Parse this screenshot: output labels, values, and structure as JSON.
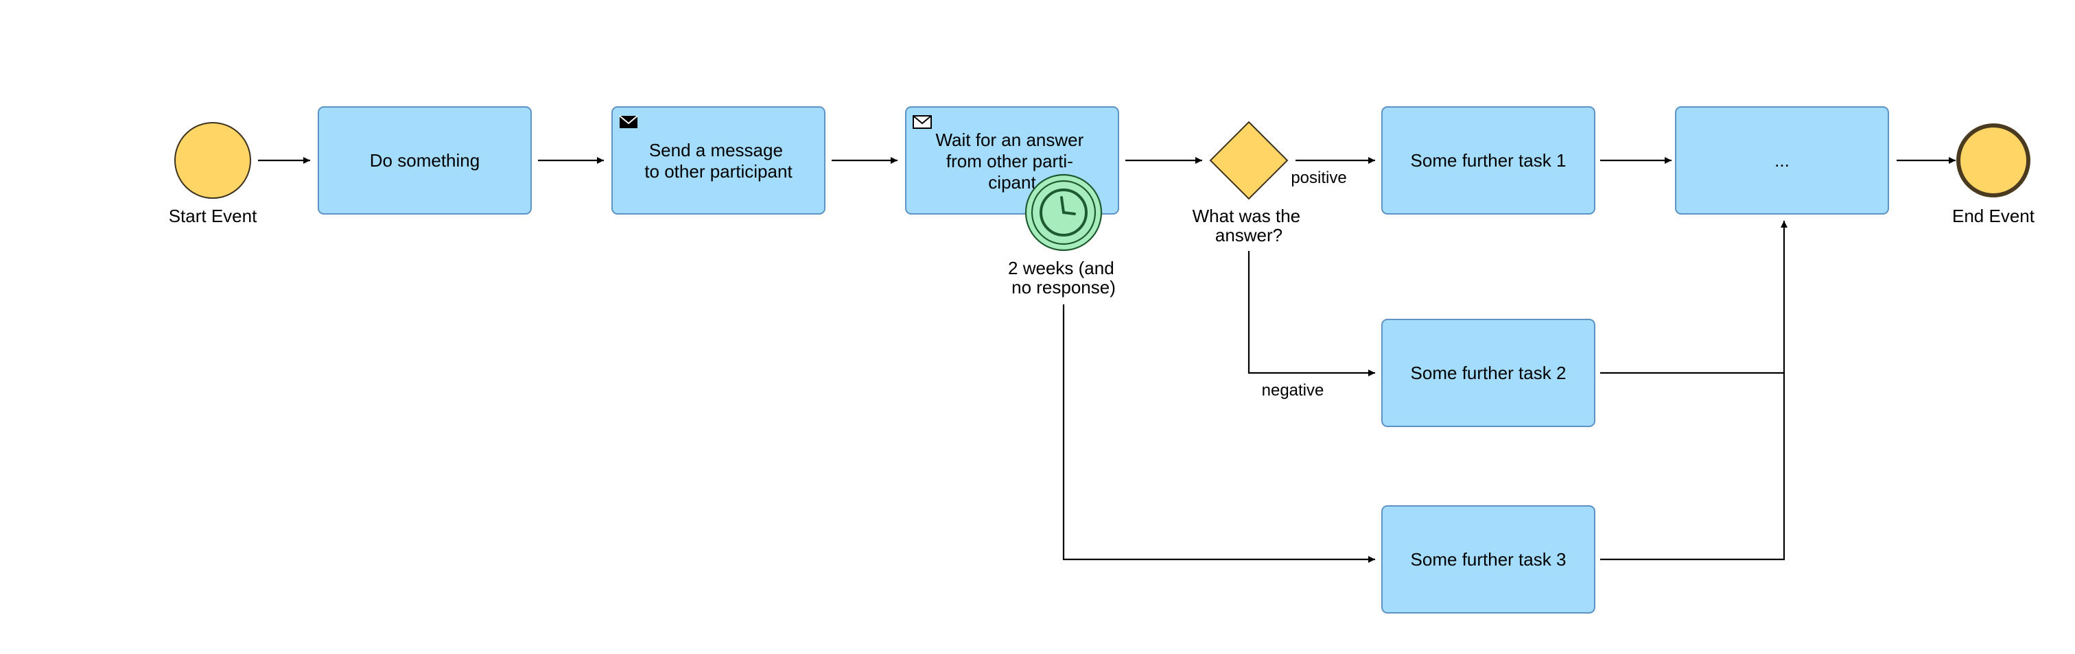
{
  "diagram": {
    "colors": {
      "task_fill": "#a3dcfd",
      "task_stroke": "#5d93c4",
      "event_fill": "#ffd566",
      "event_stroke": "#3d3220",
      "end_event_stroke": "#4a3b20",
      "gateway_fill": "#ffd566",
      "timer_fill": "#a6ecbc",
      "timer_stroke": "#1e5a30",
      "flow_stroke": "#000000"
    },
    "events": {
      "start": "Start Event",
      "end": "End Event"
    },
    "tasks": {
      "do_something": [
        "Do something"
      ],
      "send_message": [
        "Send a message",
        "to other participant"
      ],
      "wait_answer": [
        "Wait for an answer",
        "from other parti-",
        "cipant"
      ],
      "further_1": [
        "Some further task 1"
      ],
      "further_2": [
        "Some further task 2"
      ],
      "further_3": [
        "Some further task 3"
      ],
      "ellipsis": [
        "..."
      ]
    },
    "icons": {
      "send_task": "envelope-filled-icon",
      "receive_task": "envelope-outline-icon",
      "timer_event": "clock-icon"
    },
    "gateway": {
      "label": [
        "What was the",
        "answer?"
      ]
    },
    "timer": {
      "label": [
        "2 weeks (and",
        "no response)"
      ]
    },
    "flows": {
      "positive": "positive",
      "negative": "negative"
    }
  }
}
